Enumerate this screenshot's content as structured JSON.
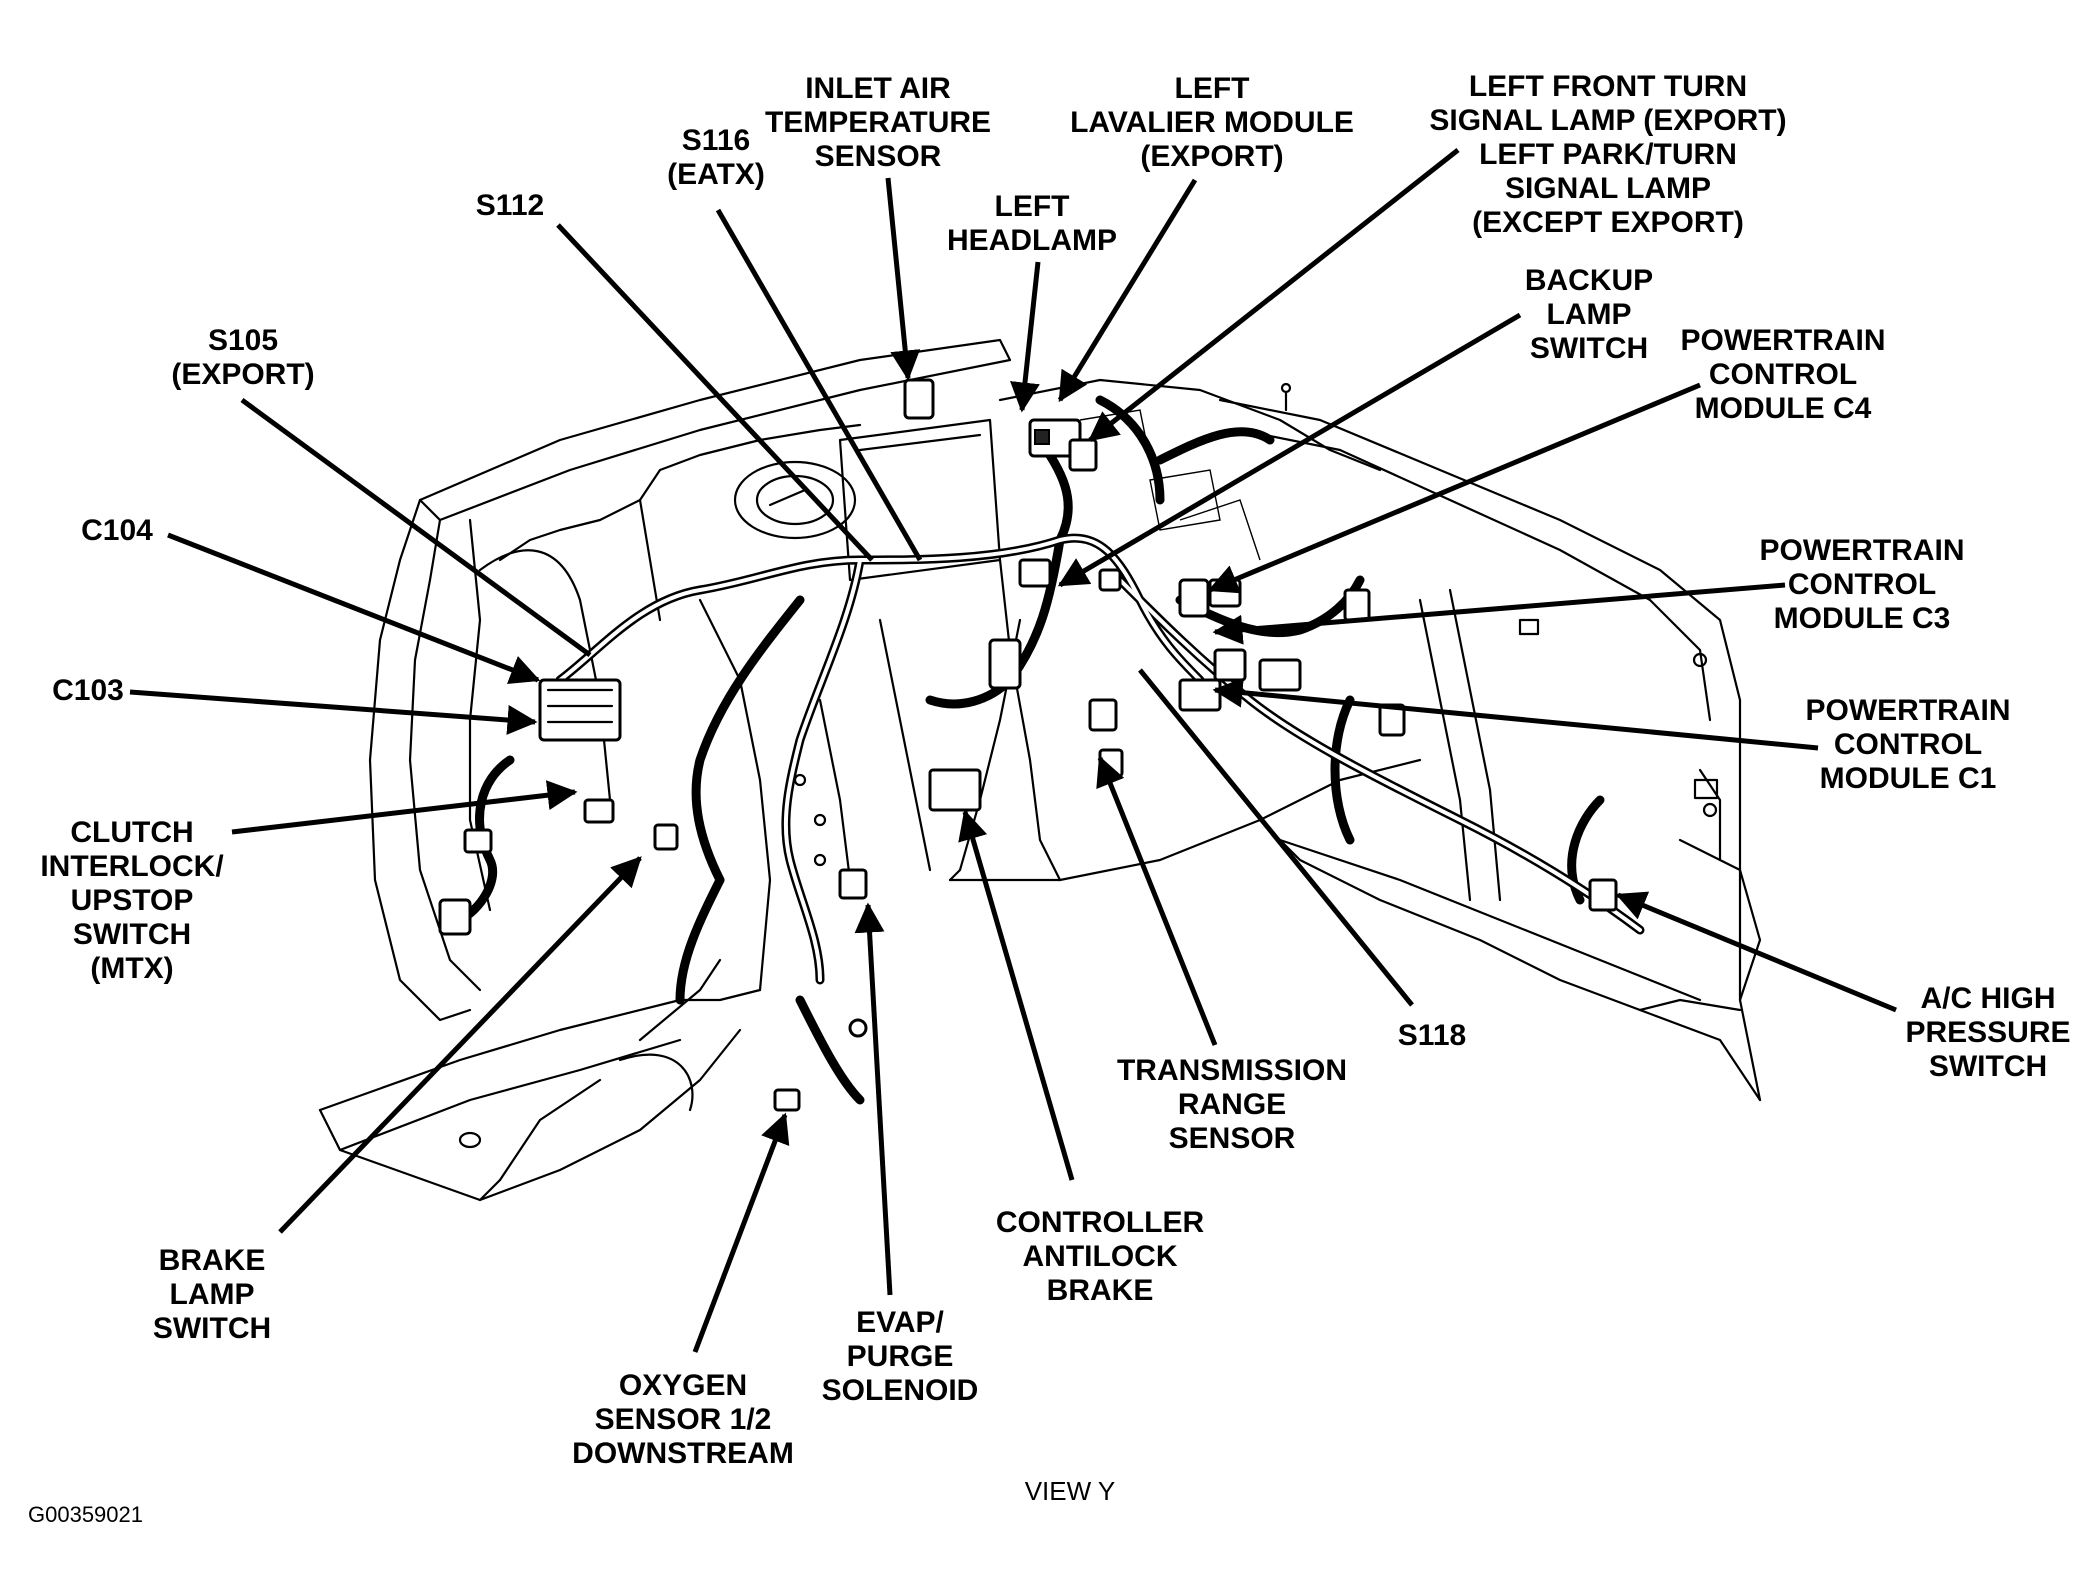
{
  "labels": {
    "inlet_air": [
      "INLET AIR",
      "TEMPERATURE",
      "SENSOR"
    ],
    "left_lavalier": [
      "LEFT",
      "LAVALIER MODULE",
      "(EXPORT)"
    ],
    "left_front_turn": [
      "LEFT FRONT TURN",
      "SIGNAL LAMP (EXPORT)",
      "LEFT PARK/TURN",
      "SIGNAL LAMP",
      "(EXCEPT EXPORT)"
    ],
    "s116": [
      "S116",
      "(EATX)"
    ],
    "s112": [
      "S112"
    ],
    "left_headlamp": [
      "LEFT",
      "HEADLAMP"
    ],
    "backup_lamp": [
      "BACKUP",
      "LAMP",
      "SWITCH"
    ],
    "s105": [
      "S105",
      "(EXPORT)"
    ],
    "pcm_c4": [
      "POWERTRAIN",
      "CONTROL",
      "MODULE C4"
    ],
    "c104": [
      "C104"
    ],
    "pcm_c3": [
      "POWERTRAIN",
      "CONTROL",
      "MODULE C3"
    ],
    "c103": [
      "C103"
    ],
    "pcm_c1": [
      "POWERTRAIN",
      "CONTROL",
      "MODULE C1"
    ],
    "clutch": [
      "CLUTCH",
      "INTERLOCK/",
      "UPSTOP",
      "SWITCH",
      "(MTX)"
    ],
    "ac_high": [
      "A/C HIGH",
      "PRESSURE",
      "SWITCH"
    ],
    "s118": [
      "S118"
    ],
    "trans_range": [
      "TRANSMISSION",
      "RANGE",
      "SENSOR"
    ],
    "controller_abs": [
      "CONTROLLER",
      "ANTILOCK",
      "BRAKE"
    ],
    "brake_lamp": [
      "BRAKE",
      "LAMP",
      "SWITCH"
    ],
    "evap": [
      "EVAP/",
      "PURGE",
      "SOLENOID"
    ],
    "oxygen": [
      "OXYGEN",
      "SENSOR 1/2",
      "DOWNSTREAM"
    ]
  },
  "view_label": "VIEW Y",
  "figure_id": "G00359021"
}
